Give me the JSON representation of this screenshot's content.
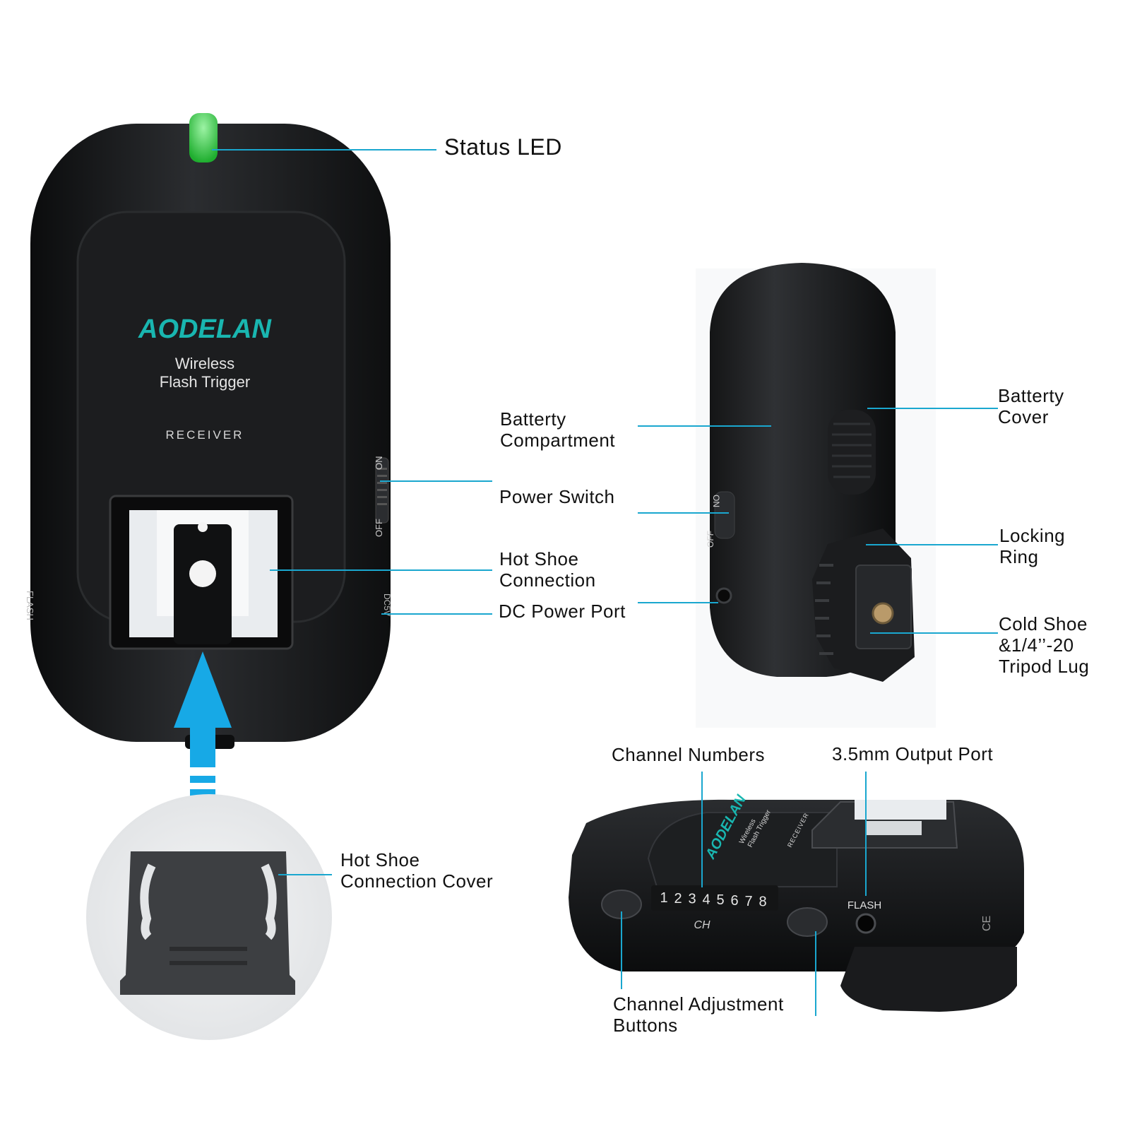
{
  "colors": {
    "background": "#ffffff",
    "leader_line": "#1aa7cf",
    "brand_teal": "#19b6b0",
    "arrow_blue": "#17a9e6",
    "device_body": "#111214",
    "led_green": "#35d24a",
    "metal": "#e9ecef"
  },
  "device_front": {
    "brand": "AODELAN",
    "product_line1": "Wireless",
    "product_line2": "Flash Trigger",
    "model": "RECEIVER",
    "switch_on": "ON",
    "switch_off": "OFF",
    "side_flash": "FLASH",
    "side_dc": "DC5V"
  },
  "device_side": {
    "switch_on": "ON",
    "switch_off": "OFF"
  },
  "device_bottom": {
    "brand": "AODELAN",
    "product_line1": "Wireless",
    "product_line2": "Flash Trigger",
    "model": "RECEIVER",
    "channels": [
      "1",
      "2",
      "3",
      "4",
      "5",
      "6",
      "7",
      "8"
    ],
    "ch_label": "CH",
    "flash_label": "FLASH",
    "ce_mark": "CE"
  },
  "callouts": [
    {
      "id": "status-led",
      "lines": [
        "Status LED"
      ]
    },
    {
      "id": "battery-compartment",
      "lines": [
        "Batterty",
        "Compartment"
      ]
    },
    {
      "id": "power-switch",
      "lines": [
        "Power Switch"
      ]
    },
    {
      "id": "hot-shoe-connection",
      "lines": [
        "Hot Shoe",
        "Connection"
      ]
    },
    {
      "id": "dc-power-port",
      "lines": [
        "DC Power Port"
      ]
    },
    {
      "id": "battery-cover",
      "lines": [
        "Batterty",
        "Cover"
      ]
    },
    {
      "id": "locking-ring",
      "lines": [
        "Locking",
        "Ring"
      ]
    },
    {
      "id": "cold-shoe",
      "lines": [
        "Cold Shoe",
        "&1/4’’-20",
        "Tripod Lug"
      ]
    },
    {
      "id": "channel-numbers",
      "lines": [
        "Channel Numbers"
      ]
    },
    {
      "id": "output-port",
      "lines": [
        "3.5mm Output Port"
      ]
    },
    {
      "id": "hot-shoe-cover",
      "lines": [
        "Hot Shoe",
        "Connection Cover"
      ]
    },
    {
      "id": "channel-buttons",
      "lines": [
        "Channel Adjustment",
        "Buttons"
      ]
    }
  ]
}
